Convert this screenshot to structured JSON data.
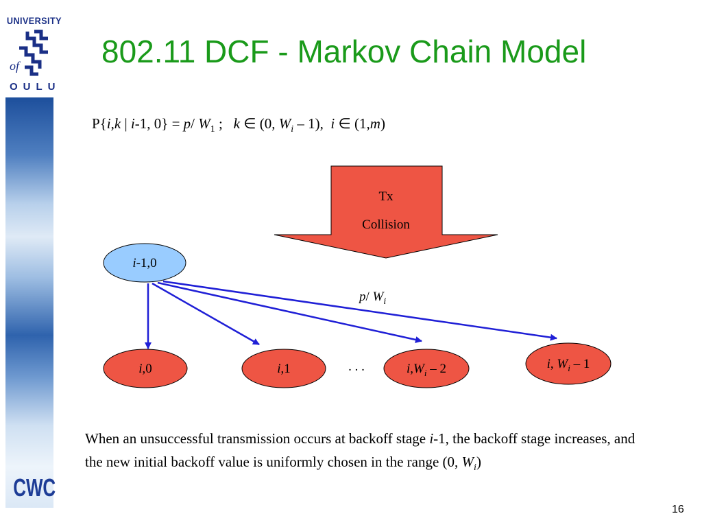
{
  "header": {
    "title": "802.11 DCF - Markov Chain Model"
  },
  "logo": {
    "top_text": "UNIVERSITY",
    "of_text": "of",
    "bottom_text": "OULU",
    "brand_color": "#1a2f86"
  },
  "sidebar": {
    "cwc_text": "CWC"
  },
  "formula": {
    "part1": "P{",
    "v_i": "i",
    "comma1": ",",
    "v_k": "k",
    "bar": " | ",
    "v_i2": "i",
    "part2": "-1, 0} = ",
    "v_p": "p",
    "slash": "/ ",
    "v_W": "W",
    "sub1": "1",
    "part3": " ;   ",
    "v_k2": "k",
    "part4": " ∈ (0, ",
    "v_W2": "W",
    "sub_i": "i",
    "part5": " – 1),  ",
    "v_i3": "i",
    "part6": " ∈ (1,",
    "v_m": "m",
    "part7": ")"
  },
  "diagram": {
    "arrow_line1": "Tx",
    "arrow_line2": "Collision",
    "source_node": {
      "italic": "i",
      "rest": "-1,0"
    },
    "edge_label": {
      "p": "p",
      "slash": "/ ",
      "W": "W",
      "sub": "i"
    },
    "targets": [
      {
        "italic": "i",
        "rest": ",0"
      },
      {
        "italic": "i",
        "rest": ",1"
      },
      {
        "italic": "i",
        "mid": ",",
        "W": "W",
        "sub": "i",
        "rest": " – 2"
      },
      {
        "italic": "i",
        "mid": ", ",
        "W": "W",
        "sub": "i",
        "rest": " – 1"
      }
    ],
    "ellipsis": ". . .",
    "colors": {
      "source_fill": "#99ccff",
      "target_fill": "#ee5544",
      "arrow_fill": "#ee5544",
      "edge_color": "#1f1fd6"
    }
  },
  "description": {
    "text1": "When an unsuccessful transmission occurs at backoff stage ",
    "italic_i": "i",
    "text2": "-1, the backoff stage increases, and the new initial backoff value is uniformly chosen in the range (0, ",
    "W": "W",
    "sub_i": "i",
    "text3": ")"
  },
  "page": {
    "number": "16"
  }
}
